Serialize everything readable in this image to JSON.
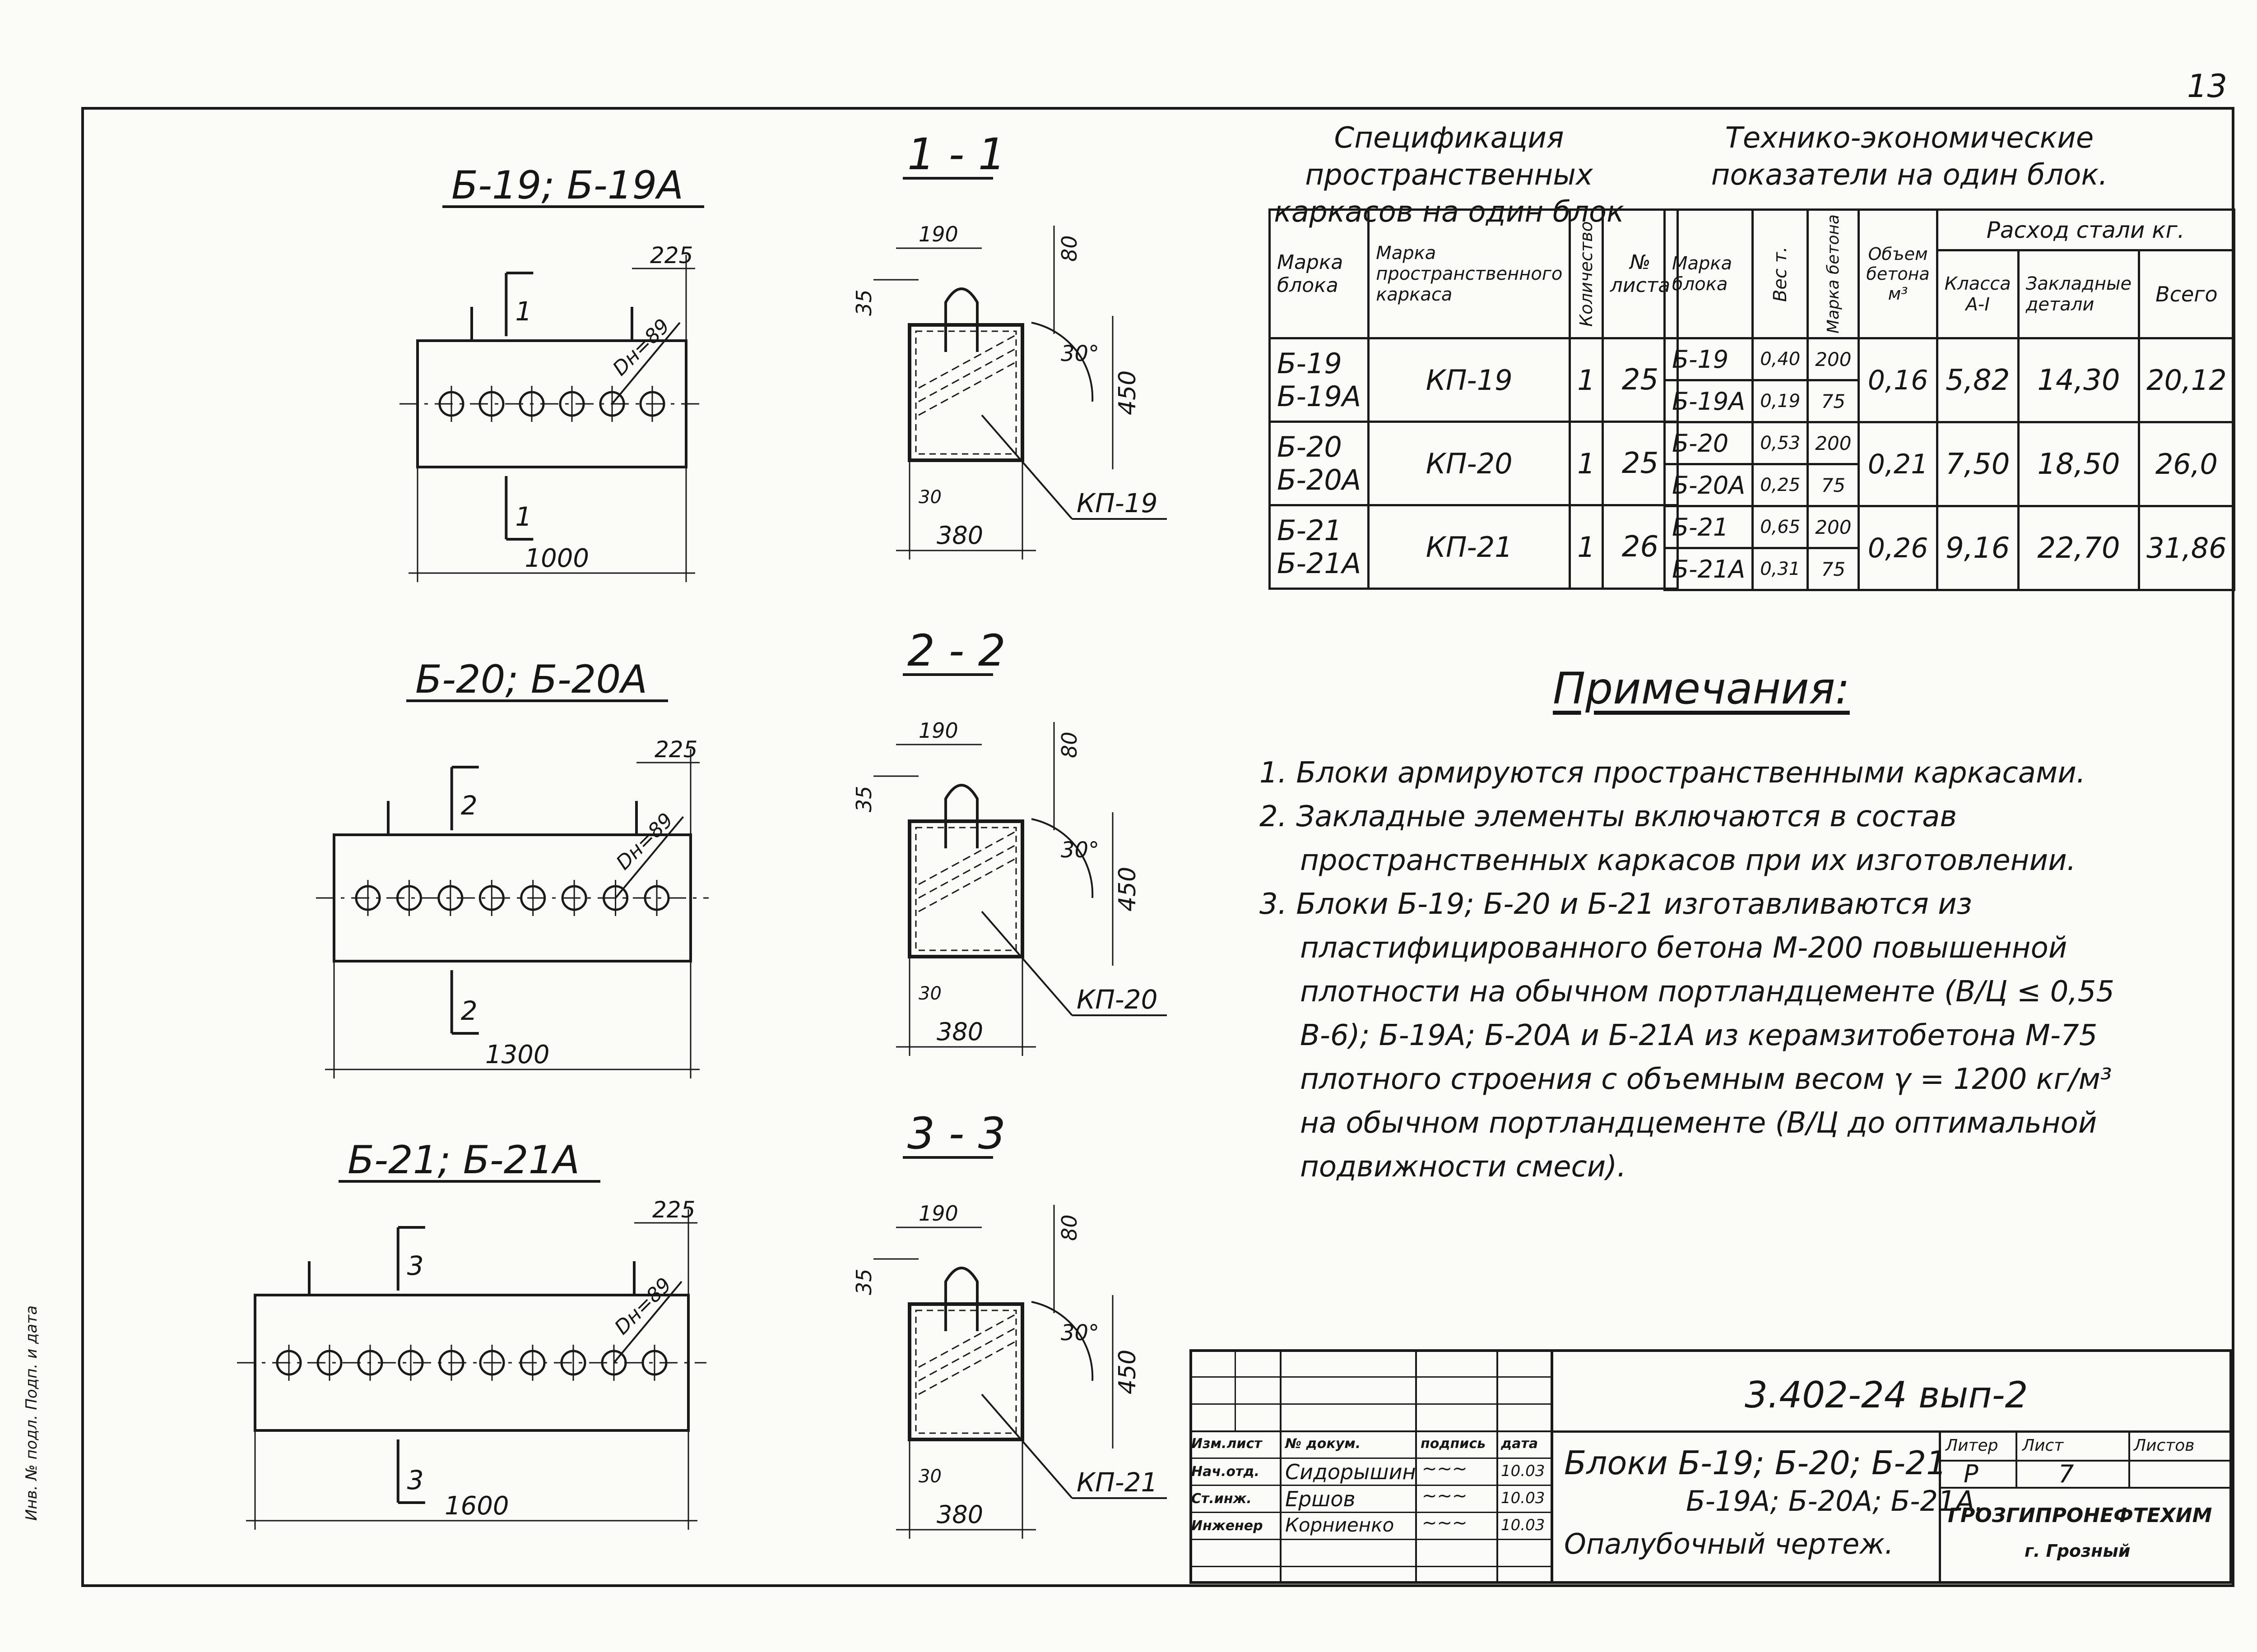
{
  "page_number": "13",
  "side_stamp": "Инв. № подл.  Подп. и дата",
  "drawings": [
    {
      "title": "Б-19; Б-19А",
      "length": "1000",
      "end": "225",
      "bolt": "Dн=89",
      "cut": "1",
      "holes": 6
    },
    {
      "title": "Б-20; Б-20А",
      "length": "1300",
      "end": "225",
      "bolt": "Dн=89",
      "cut": "2",
      "holes": 8
    },
    {
      "title": "Б-21; Б-21А",
      "length": "1600",
      "end": "225",
      "bolt": "Dн=89",
      "cut": "3",
      "holes": 10
    }
  ],
  "sections": [
    {
      "title": "1 - 1",
      "cage": "КП-19",
      "w": "190",
      "top": "80",
      "side": "35",
      "h": "450",
      "angle": "30°",
      "bottom": "30",
      "width": "380"
    },
    {
      "title": "2 - 2",
      "cage": "КП-20",
      "w": "190",
      "top": "80",
      "side": "35",
      "h": "450",
      "angle": "30°",
      "bottom": "30",
      "width": "380"
    },
    {
      "title": "3 - 3",
      "cage": "КП-21",
      "w": "190",
      "top": "80",
      "side": "35",
      "h": "450",
      "angle": "30°",
      "bottom": "30",
      "width": "380"
    }
  ],
  "spec": {
    "title_line1": "Спецификация пространственных",
    "title_line2": "каркасов на один блок",
    "headers": [
      "Марка блока",
      "Марка пространственного каркаса",
      "Количество",
      "№ листа"
    ],
    "rows": [
      {
        "mark": "Б-19 Б-19А",
        "cage": "КП-19",
        "qty": "1",
        "sheet": "25"
      },
      {
        "mark": "Б-20 Б-20А",
        "cage": "КП-20",
        "qty": "1",
        "sheet": "25"
      },
      {
        "mark": "Б-21 Б-21А",
        "cage": "КП-21",
        "qty": "1",
        "sheet": "26"
      }
    ]
  },
  "tech": {
    "title_line1": "Технико-экономические",
    "title_line2": "показатели на один блок.",
    "headers": {
      "mark": "Марка блока",
      "weight": "Вес т.",
      "concrete": "Марка бетона",
      "volume": "Объем бетона м³",
      "steel": "Расход стали кг.",
      "class": "Класса А-I",
      "embedded": "Закладные детали",
      "total": "Всего"
    },
    "groups": [
      {
        "rows": [
          {
            "mark": "Б-19",
            "weight": "0,40",
            "concrete": "200"
          },
          {
            "mark": "Б-19А",
            "weight": "0,19",
            "concrete": "75"
          }
        ],
        "volume": "0,16",
        "class": "5,82",
        "embedded": "14,30",
        "total": "20,12"
      },
      {
        "rows": [
          {
            "mark": "Б-20",
            "weight": "0,53",
            "concrete": "200"
          },
          {
            "mark": "Б-20А",
            "weight": "0,25",
            "concrete": "75"
          }
        ],
        "volume": "0,21",
        "class": "7,50",
        "embedded": "18,50",
        "total": "26,0"
      },
      {
        "rows": [
          {
            "mark": "Б-21",
            "weight": "0,65",
            "concrete": "200"
          },
          {
            "mark": "Б-21А",
            "weight": "0,31",
            "concrete": "75"
          }
        ],
        "volume": "0,26",
        "class": "9,16",
        "embedded": "22,70",
        "total": "31,86"
      }
    ]
  },
  "notes": {
    "title": "Примечания:",
    "items": [
      "1. Блоки армируются пространственными каркасами.",
      "2. Закладные элементы включаются в состав пространственных каркасов при их изготовлении.",
      "3. Блоки Б-19; Б-20 и Б-21 изготавливаются из пластифицированного бетона М-200 повышенной плотности на обычном портландцементе (В/Ц ≤ 0,55 В-6); Б-19А; Б-20А и Б-21А из керамзитобетона М-75 плотного строения с объемным весом γ = 1200 кг/м³ на обычном портландцементе (В/Ц до оптимальной подвижности смеси)."
    ]
  },
  "stamp": {
    "code": "3.402-24 вып-2",
    "row_labels": [
      "Изм.лист",
      "№ докум.",
      "подпись",
      "дата"
    ],
    "people": [
      {
        "role": "Нач.отд.",
        "name": "Сидорышин",
        "date": "10.03"
      },
      {
        "role": "Ст.инж.",
        "name": "Ершов",
        "date": "10.03"
      },
      {
        "role": "Инженер",
        "name": "Корниенко",
        "date": "10.03"
      }
    ],
    "title_line1": "Блоки Б-19; Б-20; Б-21",
    "title_line2": "Б-19А; Б-20А; Б-21А.",
    "title_line3": "Опалубочный чертеж.",
    "stage_label": "Литер",
    "sheet_label": "Лист",
    "sheets_label": "Листов",
    "stage": "Р",
    "sheet": "7",
    "org": "ГРОЗГИПРОНЕФТЕХИМ",
    "city": "г. Грозный"
  }
}
